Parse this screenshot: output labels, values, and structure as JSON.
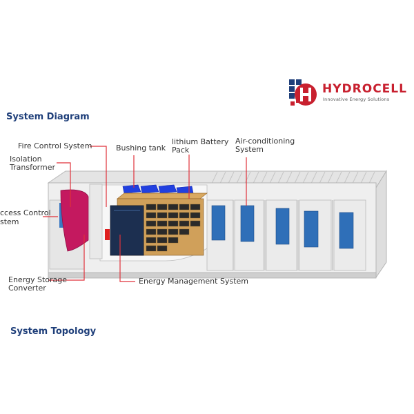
{
  "brand": {
    "name": "HYDROCELL",
    "tagline": "Innovative Energy Solutions",
    "colors": {
      "red": "#c8202f",
      "navy": "#1f3f7a"
    }
  },
  "sections": {
    "system_diagram_title": "System Diagram",
    "system_topology_title": "System Topology"
  },
  "labels": {
    "fire_control": "Fire Control System",
    "isolation_transformer_1": "Isolation",
    "isolation_transformer_2": "Transformer",
    "access_control_1": "ccess Control",
    "access_control_2": "stem",
    "energy_storage_converter_1": "Energy Storage",
    "energy_storage_converter_2": "Converter",
    "bushing_tank": "Bushing tank",
    "lithium_battery_1": "lithium Battery",
    "lithium_battery_2": "Pack",
    "air_conditioning_1": "Air-conditioning",
    "air_conditioning_2": "System",
    "energy_management": "Energy Management System"
  },
  "diagram": {
    "leader_color": "#e0313a",
    "container_color": "#ececec",
    "door_window_color": "#2f6fb8",
    "transformer_color": "#c0185f",
    "battery_tray_color": "#2040e0",
    "battery_module_color": "#d7a85f",
    "ems_cabinet_color": "#1d3050",
    "fire_unit_color": "#e02020"
  }
}
